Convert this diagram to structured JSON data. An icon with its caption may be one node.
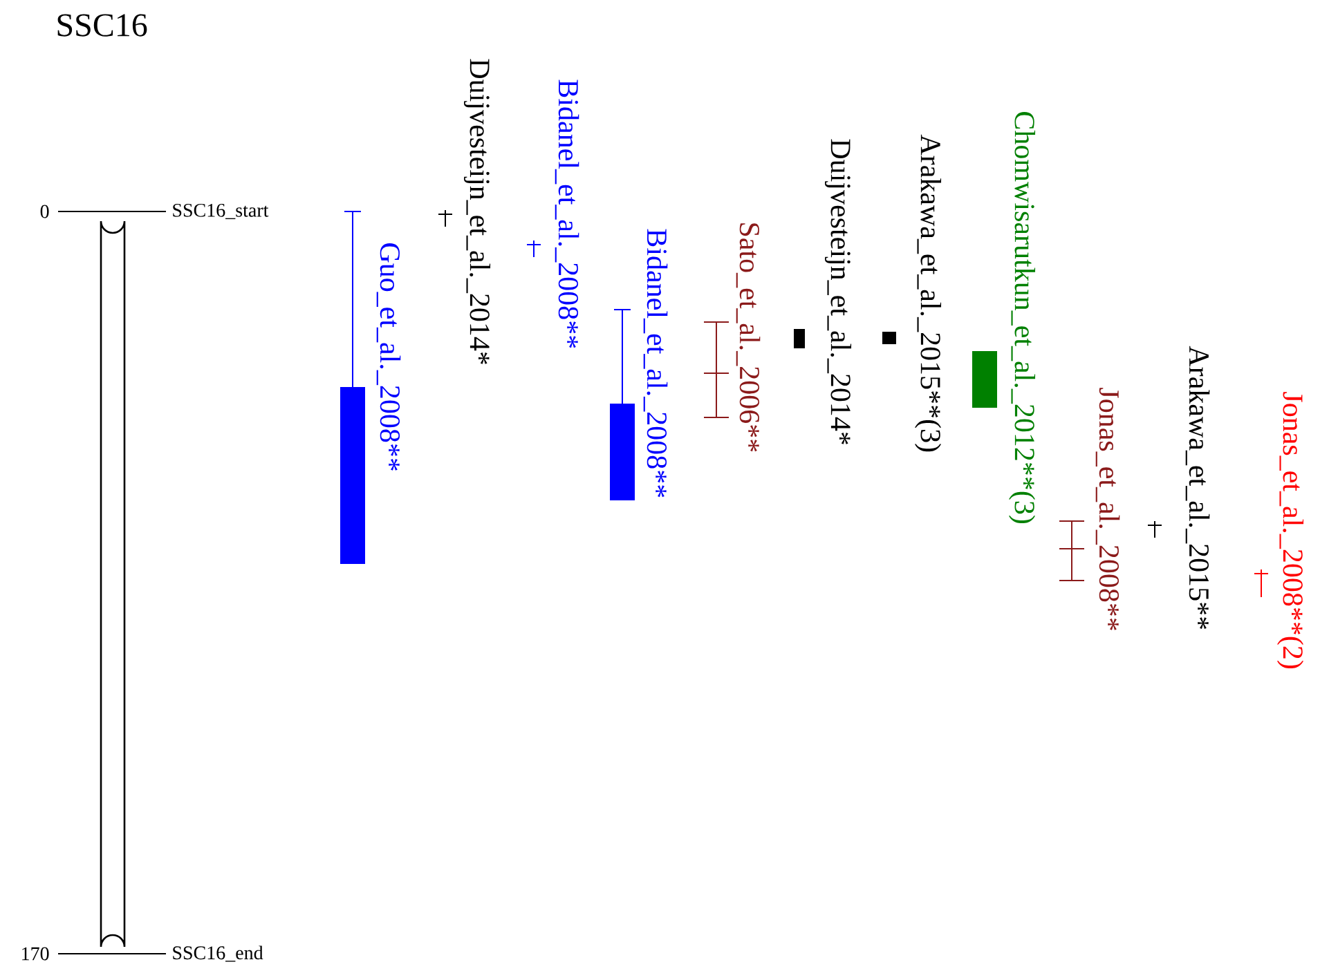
{
  "diagram": {
    "title": "SSC16",
    "labels": [
      "0",
      "SSC16_start",
      "170",
      "SSC16_end",
      "Guo_et_al._2008**",
      "Duijvesteijn_et_al._2014*",
      "Bidanel_et_al._2008**",
      "Bidanel_et_al._2008**",
      "Sato_et_al._2006**",
      "Duijvesteijn_et_al._2014*",
      "Arakawa_et_al._2015**(3)",
      "Chomwisarutkun_et_al._2012**(3)",
      "Jonas_et_al._2008**",
      "Arakawa_et_al._2015**",
      "Jonas_et_al._2008**(2)"
    ]
  }
}
